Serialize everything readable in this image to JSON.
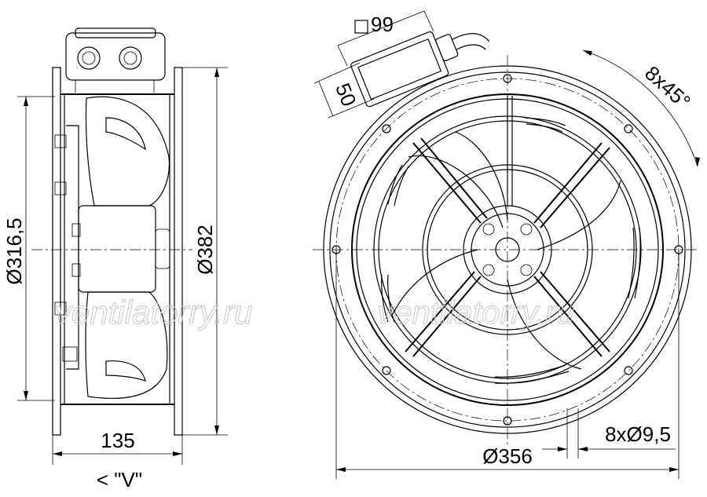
{
  "dimensions": {
    "square": "99",
    "depth_50": "50",
    "angle": "8x45°",
    "dia_316": "Ø316,5",
    "dia_382": "Ø382",
    "width_135": "135",
    "view": "< \"V\"",
    "dia_356": "Ø356",
    "holes": "8xØ9,5"
  },
  "watermark": "ventilatorry.ru"
}
